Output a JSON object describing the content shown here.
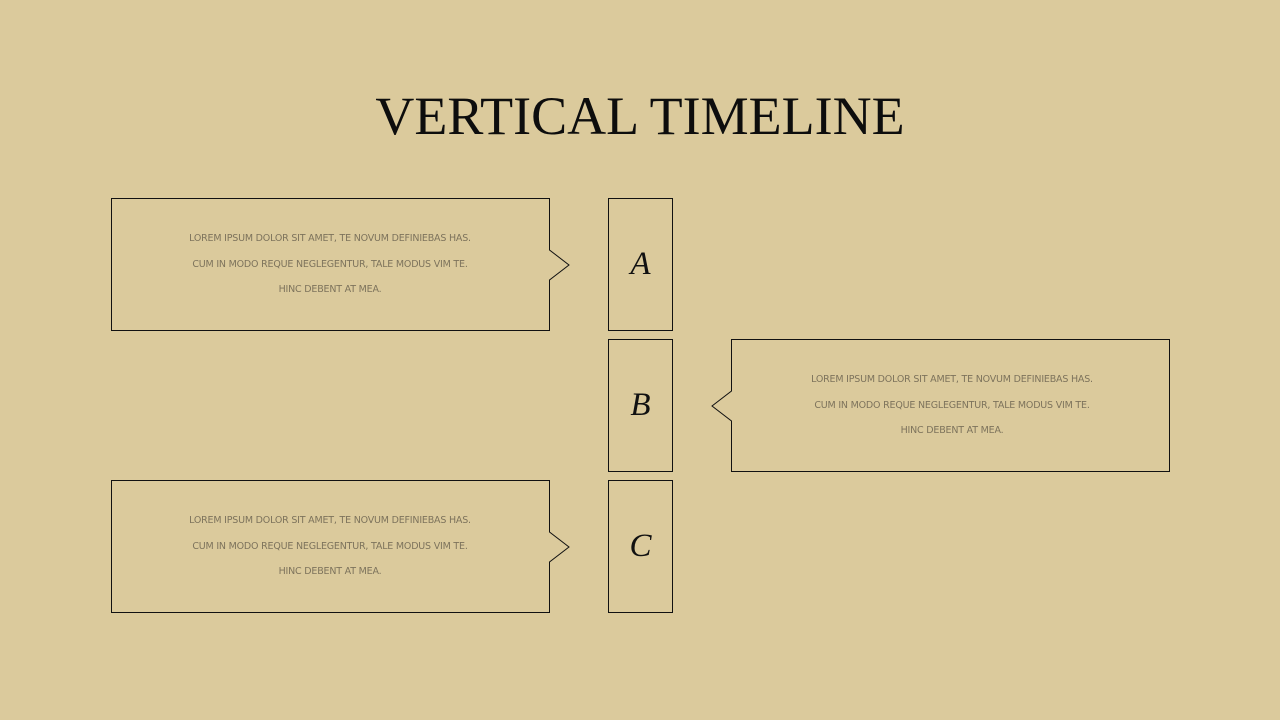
{
  "title": "VERTICAL TIMELINE",
  "colors": {
    "background": "#dbca9c",
    "border": "#111111",
    "body_text": "#7d735c",
    "title_text": "#0d0d0d"
  },
  "timeline": [
    {
      "letter": "A",
      "side": "left",
      "lines": [
        "LOREM IPSUM DOLOR SIT AMET, TE NOVUM DEFINIEBAS HAS.",
        "CUM IN MODO REQUE NEGLEGENTUR, TALE MODUS VIM TE.",
        "HINC DEBENT AT MEA."
      ]
    },
    {
      "letter": "B",
      "side": "right",
      "lines": [
        "LOREM IPSUM DOLOR SIT AMET, TE NOVUM DEFINIEBAS HAS.",
        "CUM IN MODO REQUE NEGLEGENTUR, TALE MODUS VIM TE.",
        "HINC DEBENT AT MEA."
      ]
    },
    {
      "letter": "C",
      "side": "left",
      "lines": [
        "LOREM IPSUM DOLOR SIT AMET, TE NOVUM DEFINIEBAS HAS.",
        "CUM IN MODO REQUE NEGLEGENTUR, TALE MODUS VIM TE.",
        "HINC DEBENT AT MEA."
      ]
    }
  ]
}
